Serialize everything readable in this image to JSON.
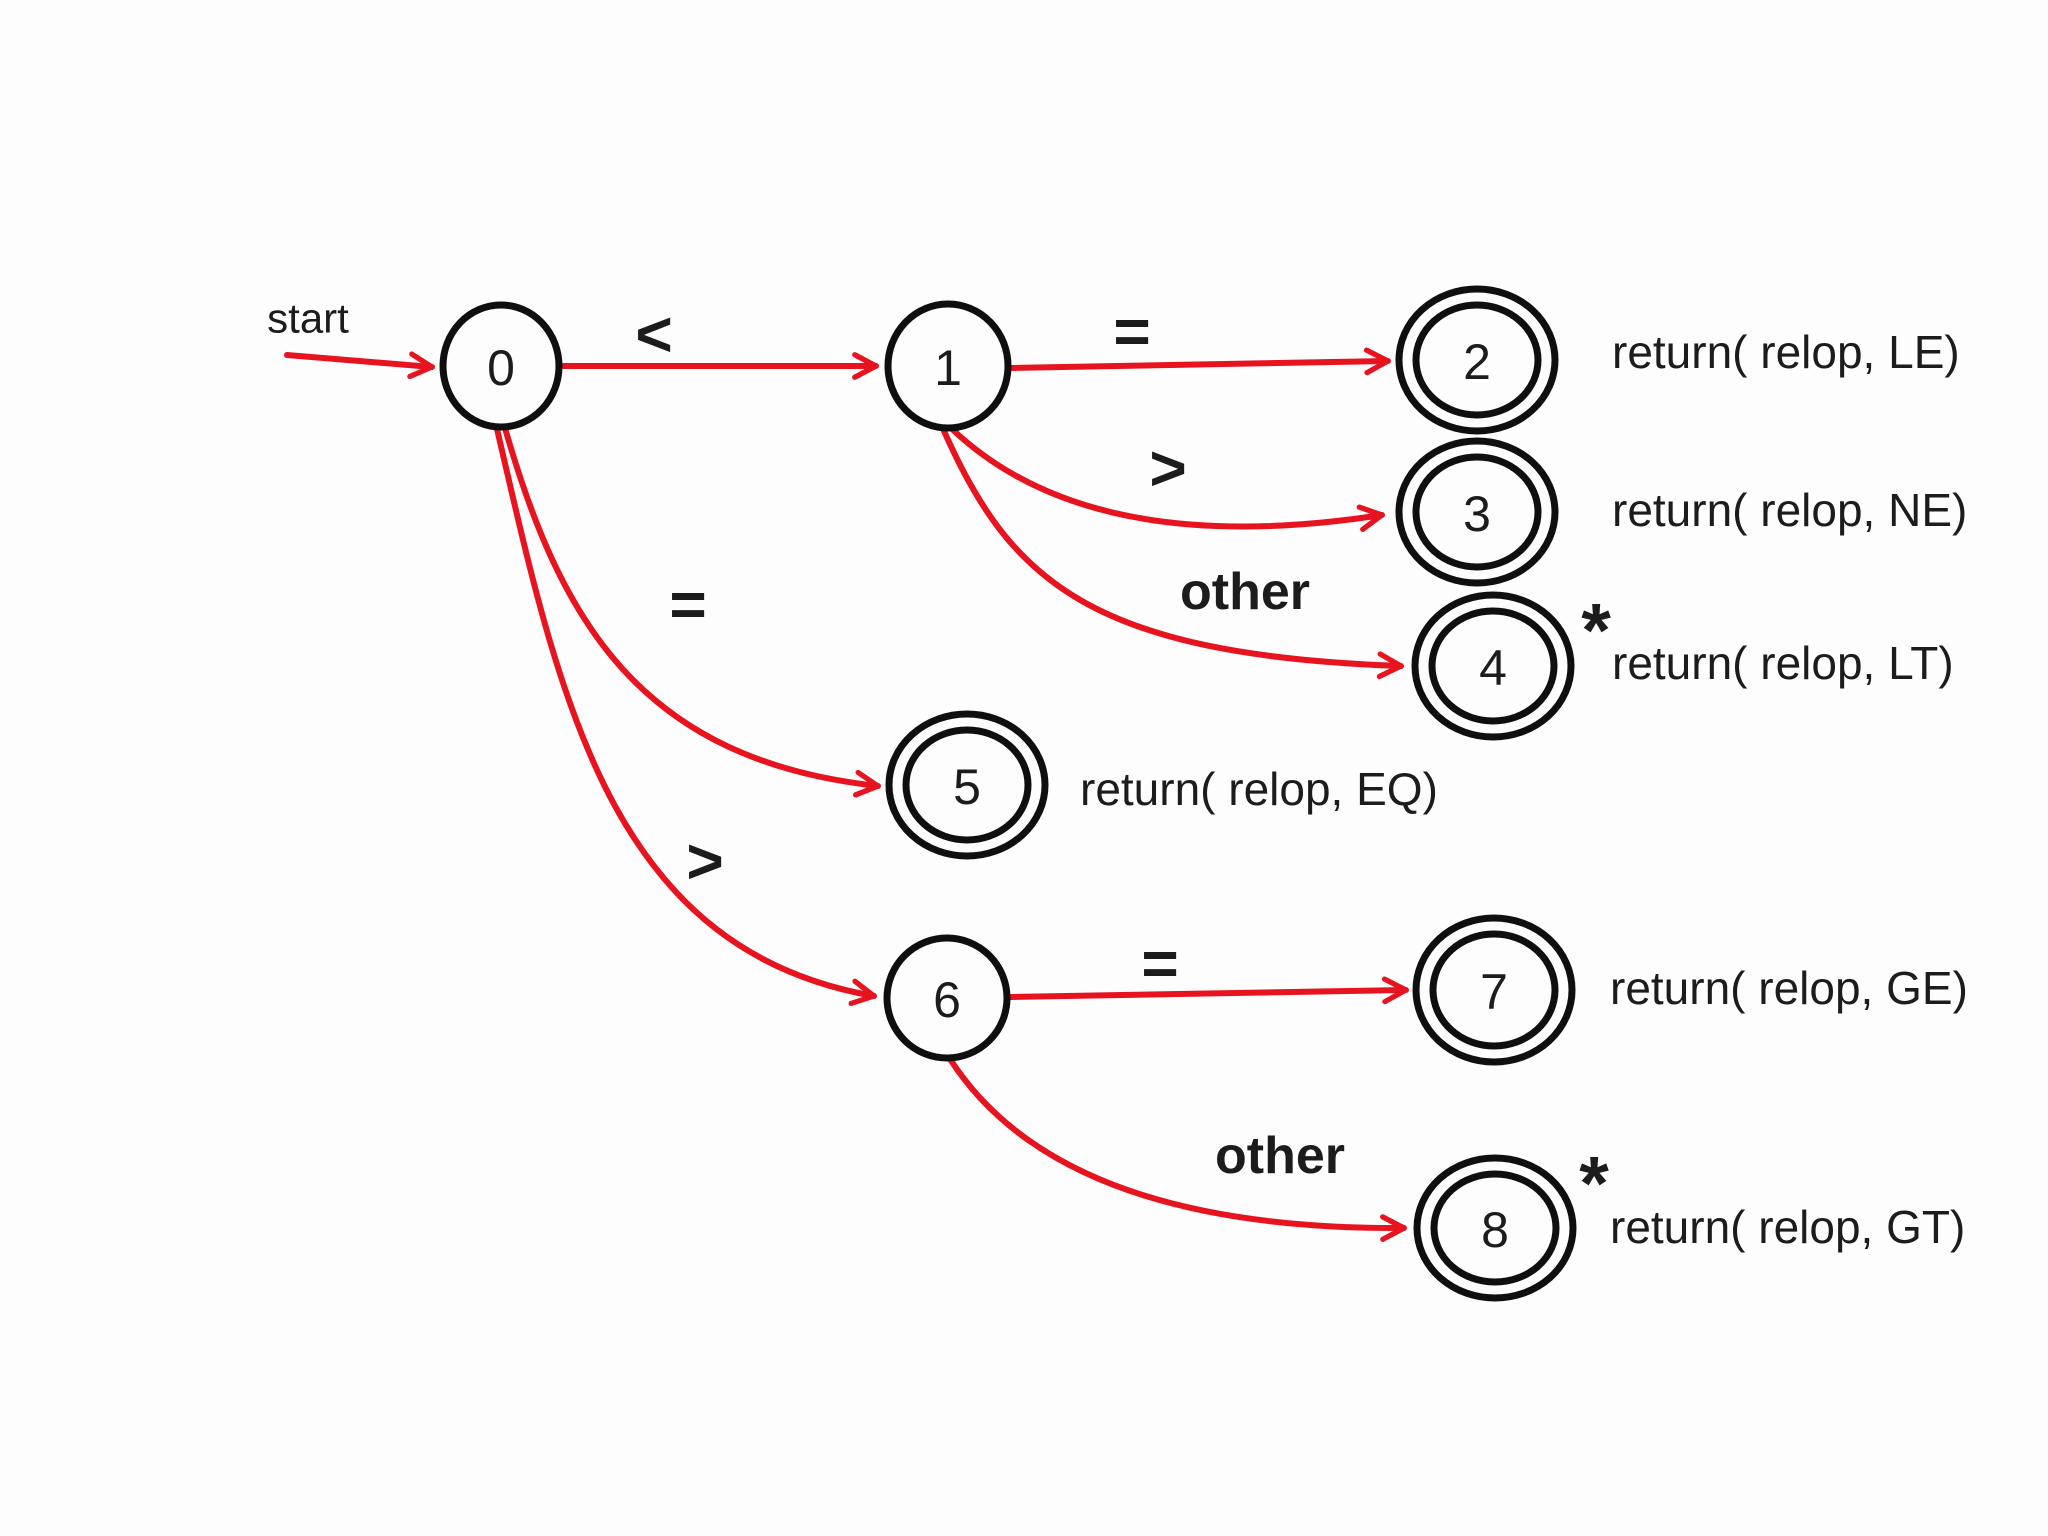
{
  "diagram": {
    "type": "finite-automaton-transition-diagram",
    "start_label": "start",
    "states": [
      {
        "id": "0",
        "accepting": false
      },
      {
        "id": "1",
        "accepting": false
      },
      {
        "id": "2",
        "accepting": true,
        "annotation": "return( relop, LE)"
      },
      {
        "id": "3",
        "accepting": true,
        "annotation": "return( relop, NE)"
      },
      {
        "id": "4",
        "accepting": true,
        "star": "*",
        "annotation": "return( relop, LT)"
      },
      {
        "id": "5",
        "accepting": true,
        "annotation": "return( relop, EQ)"
      },
      {
        "id": "6",
        "accepting": false
      },
      {
        "id": "7",
        "accepting": true,
        "annotation": "return( relop, GE)"
      },
      {
        "id": "8",
        "accepting": true,
        "star": "*",
        "annotation": "return( relop, GT)"
      }
    ],
    "transitions": [
      {
        "from": "0",
        "to": "1",
        "on": "<"
      },
      {
        "from": "1",
        "to": "2",
        "on": "="
      },
      {
        "from": "1",
        "to": "3",
        "on": ">"
      },
      {
        "from": "1",
        "to": "4",
        "on": "other"
      },
      {
        "from": "0",
        "to": "5",
        "on": "="
      },
      {
        "from": "0",
        "to": "6",
        "on": ">"
      },
      {
        "from": "6",
        "to": "7",
        "on": "="
      },
      {
        "from": "6",
        "to": "8",
        "on": "other"
      }
    ],
    "colors": {
      "arrow": "#e7131f",
      "node_stroke": "#0f0f0f",
      "text": "#1c1c1c",
      "background": "#fdfdfd"
    }
  }
}
